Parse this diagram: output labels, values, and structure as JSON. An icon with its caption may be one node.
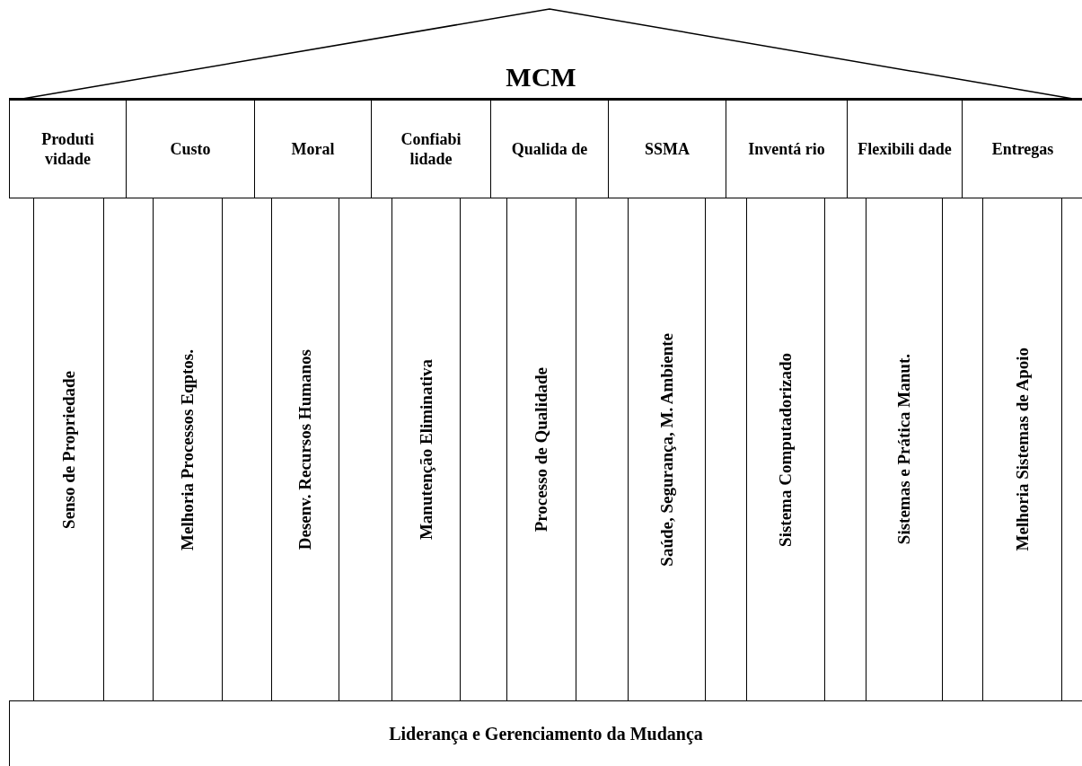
{
  "diagram": {
    "nodes": [
      {
        "text": [
          "MCM"
        ]
      },
      {
        "text": [
          "Produti vidade"
        ]
      },
      {
        "text": [
          "Custo"
        ]
      },
      {
        "text": [
          "Moral"
        ]
      },
      {
        "text": [
          "Confiabi lidade"
        ]
      },
      {
        "text": [
          "Qualida de"
        ]
      },
      {
        "text": [
          "SSMA"
        ]
      },
      {
        "text": [
          "Inventá rio"
        ]
      },
      {
        "text": [
          "Flexibili dade"
        ]
      },
      {
        "text": [
          "Entregas"
        ]
      },
      {
        "text": [
          "Senso de Propriedade"
        ]
      },
      {
        "text": [
          "Melhoria Processos Eqptos."
        ]
      },
      {
        "text": [
          "Desenv. Recursos Humanos"
        ]
      },
      {
        "text": [
          "Manutenção Eliminativa"
        ]
      },
      {
        "text": [
          "Processo de Qualidade"
        ]
      },
      {
        "text": [
          "Saúde, Segurança, M. Ambiente"
        ]
      },
      {
        "text": [
          "Sistema Computadorizado"
        ]
      },
      {
        "text": [
          "Sistemas e Prática Manut."
        ]
      },
      {
        "text": [
          "Melhoria Sistemas de Apoio"
        ]
      },
      {
        "text": [
          "Liderança e Gerenciamento da Mudança"
        ]
      }
    ]
  }
}
